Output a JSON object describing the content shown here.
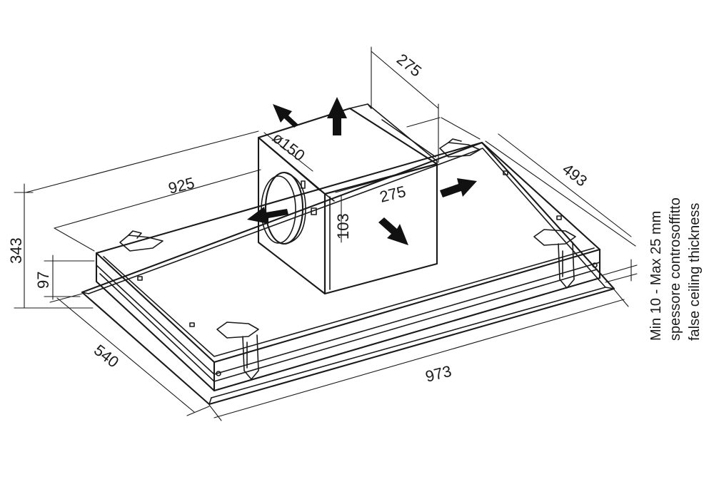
{
  "dimensions": {
    "total_width": "973",
    "body_width": "925",
    "total_depth": "540",
    "body_depth": "493",
    "total_height": "343",
    "body_height": "97",
    "box_width": "275",
    "box_depth": "275",
    "box_height": "103",
    "duct_diameter": "ø150"
  },
  "note": {
    "line1": "Min 10 - Max 25 mm",
    "line2": "spessore controsoffitto",
    "line3": "false ceiling thickness"
  }
}
